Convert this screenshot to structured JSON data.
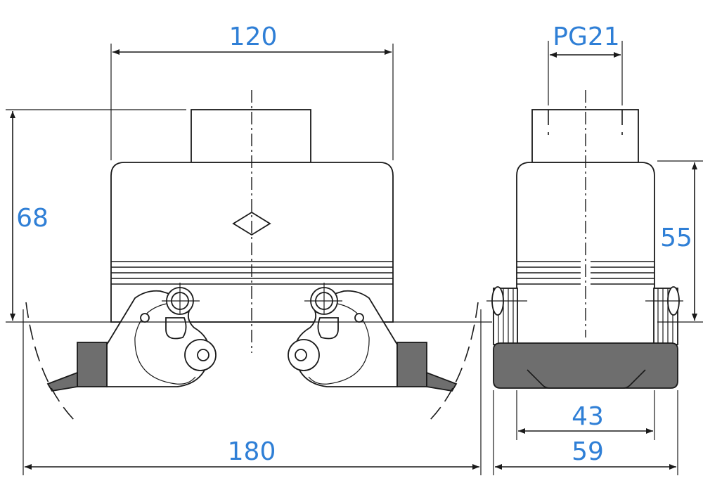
{
  "dimensions": {
    "front_top_width": "120",
    "front_height": "68",
    "front_total_width": "180",
    "side_thread": "PG21",
    "side_height": "55",
    "side_inner_width": "43",
    "side_total_width": "59"
  },
  "colors": {
    "dimension_text": "#2f7fd6",
    "outline": "#1a1a1a",
    "fill_dark": "#6e6e6e"
  }
}
